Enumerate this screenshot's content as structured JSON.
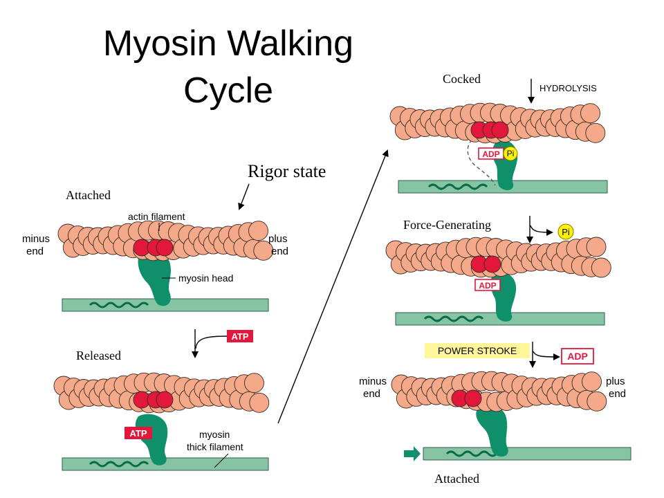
{
  "title_line1": "Myosin Walking",
  "title_line2": "Cycle",
  "rigor_state": "Rigor state",
  "labels": {
    "attached_top": "Attached",
    "released": "Released",
    "cocked": "Cocked",
    "force_generating": "Force-Generating",
    "attached_bottom": "Attached"
  },
  "panel1": {
    "actin_filament": "actin filament",
    "minus": "minus",
    "minus_end": "end",
    "plus": "plus",
    "plus_end": "end",
    "myosin_head": "myosin head"
  },
  "panel2": {
    "atp_in": "ATP",
    "atp_bound": "ATP",
    "myosin": "myosin",
    "thick_filament": "thick filament"
  },
  "panel3": {
    "hydrolysis": "HYDROLYSIS",
    "adp": "ADP",
    "pi": "Pi"
  },
  "panel4": {
    "pi_out": "Pi",
    "adp": "ADP"
  },
  "panel5": {
    "power_stroke": "POWER STROKE",
    "adp_out": "ADP",
    "minus": "minus",
    "minus_end": "end",
    "plus": "plus",
    "plus_end": "end"
  },
  "colors": {
    "actin": "#f4a98a",
    "actin_stroke": "#3a2a22",
    "binding_site": "#e3173c",
    "myosin": "#0f8f6a",
    "filament": "#86c4a4",
    "wave": "#0a6b4b",
    "atp_box": "#e3173c",
    "pi_circle": "#fff200",
    "power_stroke_bg": "#fff59a"
  }
}
